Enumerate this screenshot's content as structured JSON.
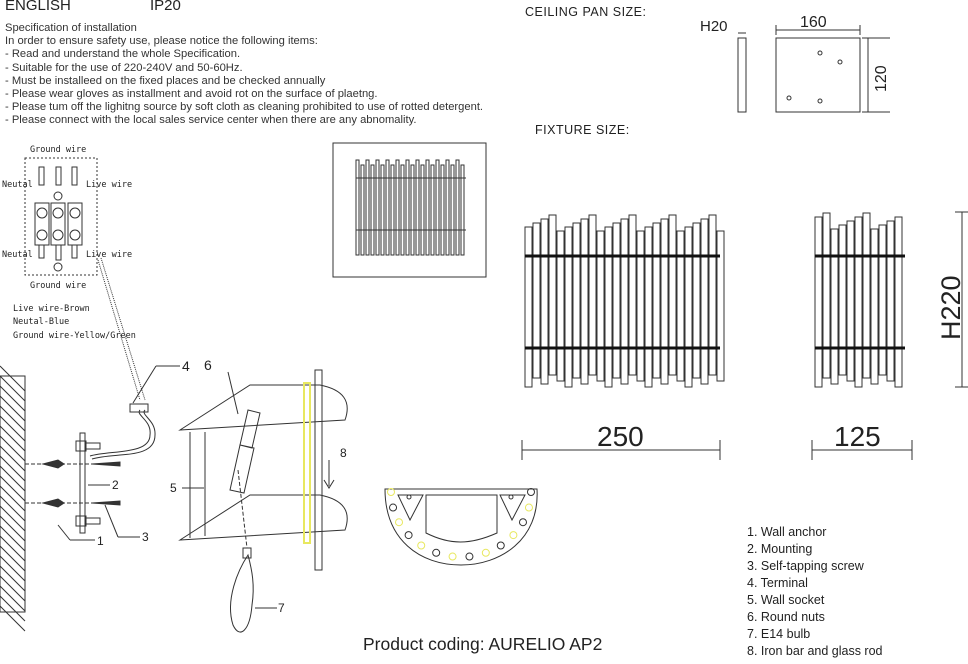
{
  "header": {
    "language": "ENGLISH",
    "ip_rating": "IP20"
  },
  "specification": {
    "title": "Specification of installation",
    "intro": "In order to ensure safety use, please notice the following items:",
    "items": [
      "- Read and understand the whole Specification.",
      "- Suitable for the use of 220-240V and 50-60Hz.",
      "- Must be installeed on the fixed places and be checked annually",
      "- Please wear gloves as installment and avoid rot on the surface of plaetng.",
      "- Please tum off the lighitng source by soft cloth as cleaning prohibited to use of rotted detergent.",
      "- Please connect with the local sales service center when there are any abnomality."
    ]
  },
  "wiring": {
    "ground_top": "Ground wire",
    "neutral_top": "Neutal",
    "live_top": "Live wire",
    "neutral_bottom": "Neutal",
    "live_bottom": "Live wire",
    "ground_bottom": "Ground wire",
    "color_live": "Live wire-Brown",
    "color_neutral": "Neutal-Blue",
    "color_ground": "Ground wire-Yellow/Green"
  },
  "ceiling_pan": {
    "title": "CEILING PAN  SIZE:",
    "height_label": "H20",
    "width": "160",
    "depth": "120"
  },
  "fixture": {
    "title": "FIXTURE SIZE:",
    "height_label": "H220",
    "width": "250",
    "depth": "125"
  },
  "callouts": [
    "1",
    "2",
    "3",
    "4",
    "5",
    "6",
    "7",
    "8"
  ],
  "legend": [
    "1. Wall anchor",
    "2. Mounting",
    "3. Self-tapping screw",
    "4. Terminal",
    "5. Wall socket",
    "6. Round nuts",
    "7. E14 bulb",
    "8. Iron bar and glass rod"
  ],
  "product_coding": "Product coding: AURELIO AP2",
  "colors": {
    "line": "#333333",
    "highlight": "#f0f060"
  }
}
